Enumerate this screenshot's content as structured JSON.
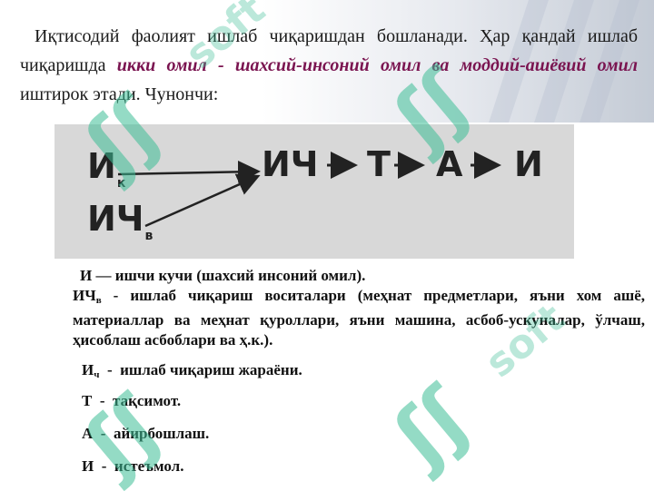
{
  "intro": {
    "part1": "Иқтисодий фаолият ишлаб чиқаришдан бошланади. Ҳар қандай ишлаб чиқаришда ",
    "emphasis": "икки омил - шахсий-инсоний омил ва моддий-ашёвий омил",
    "part2": " иштирок этади. Чунончи:"
  },
  "diagram": {
    "input1": "И",
    "input1_sub": "к",
    "input2": "ИЧ",
    "input2_sub": "в",
    "chain": [
      "ИЧ",
      "Т",
      "А",
      "И"
    ]
  },
  "definitions": {
    "d1": "И — ишчи кучи (шахсий инсоний омил).",
    "d2_term": "ИЧ",
    "d2_sub": "в",
    "d2_text": " - ишлаб чиқариш воситалари (меҳнат предметлари, яъни хом ашё, материаллар ва меҳнат қуроллари, яъни машина, асбоб-ускуналар, ўлчаш, ҳисоблаш асбоблари ва ҳ.к.).",
    "d3_term": "И",
    "d3_sub": "ч",
    "d3_text": "  -  ишлаб чиқариш жараёни.",
    "d4_term": "Т",
    "d4_text": "  -  тақсимот.",
    "d5_term": "А",
    "d5_text": "  -  айирбошлаш.",
    "d6_term": "И",
    "d6_text": "  -  истеъмол."
  },
  "watermark": {
    "logo_glyph": "ʃʃ",
    "word": "soft"
  },
  "colors": {
    "emphasis": "#7a1450",
    "diagram_bg": "#d8d8d8",
    "watermark": "#3cbe96"
  }
}
